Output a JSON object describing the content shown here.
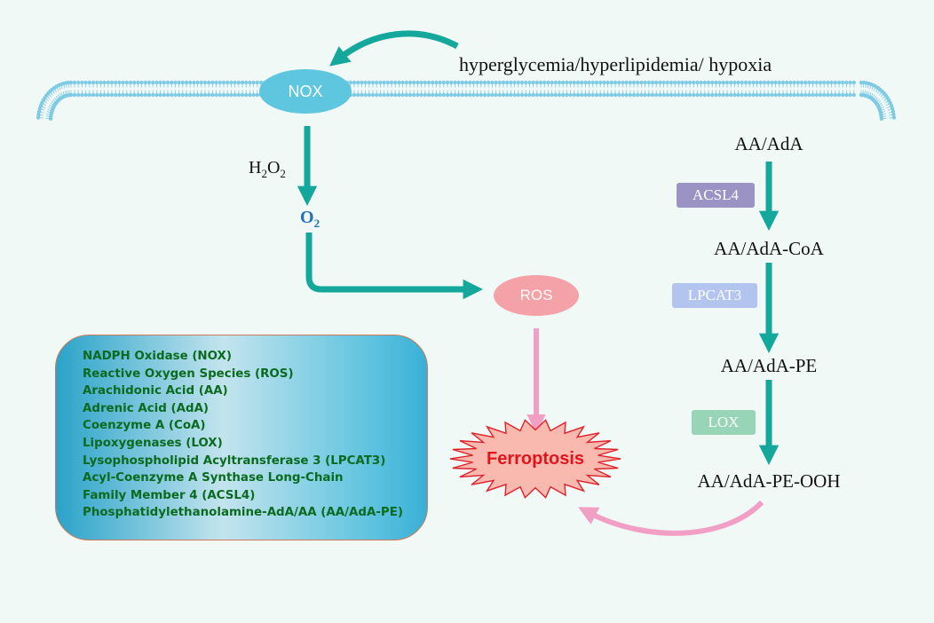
{
  "stimulus": "hyperglycemia/hyperlipidemia/ hypoxia",
  "nodes": {
    "nox": "NOX",
    "h2o2": {
      "base": "H",
      "sub1": "2",
      "mid": "O",
      "sub2": "2"
    },
    "o2": {
      "base": "O",
      "sub": "2"
    },
    "ros": "ROS",
    "ferroptosis": "Ferroptosis"
  },
  "pathway": {
    "metabolites": [
      "AA/AdA",
      "AA/AdA-CoA",
      "AA/AdA-PE",
      "AA/AdA-PE-OOH"
    ],
    "enzymes": [
      {
        "label": "ACSL4",
        "color": "#9b93c4"
      },
      {
        "label": "LPCAT3",
        "color": "#b3c4ee"
      },
      {
        "label": "LOX",
        "color": "#97d5b6"
      }
    ]
  },
  "legend": [
    "NADPH Oxidase  (NOX)",
    "Reactive Oxygen Species (ROS)",
    "Arachidonic Acid (AA)",
    "Adrenic Acid (AdA)",
    "Coenzyme A (CoA)",
    "Lipoxygenases (LOX)",
    "Lysophospholipid Acyltransferase 3 (LPCAT3)",
    "Acyl-Coenzyme A Synthase Long-Chain",
    "Family Member 4 (ACSL4)",
    "Phosphatidylethanolamine-AdA/AA (AA/AdA-PE)"
  ],
  "colors": {
    "teal_arrow": "#14a89c",
    "pink_arrow": "#f29fc6",
    "membrane": "#7fcbe5",
    "burst_fill": "#f9b9ae",
    "burst_stroke": "#e0222a"
  }
}
